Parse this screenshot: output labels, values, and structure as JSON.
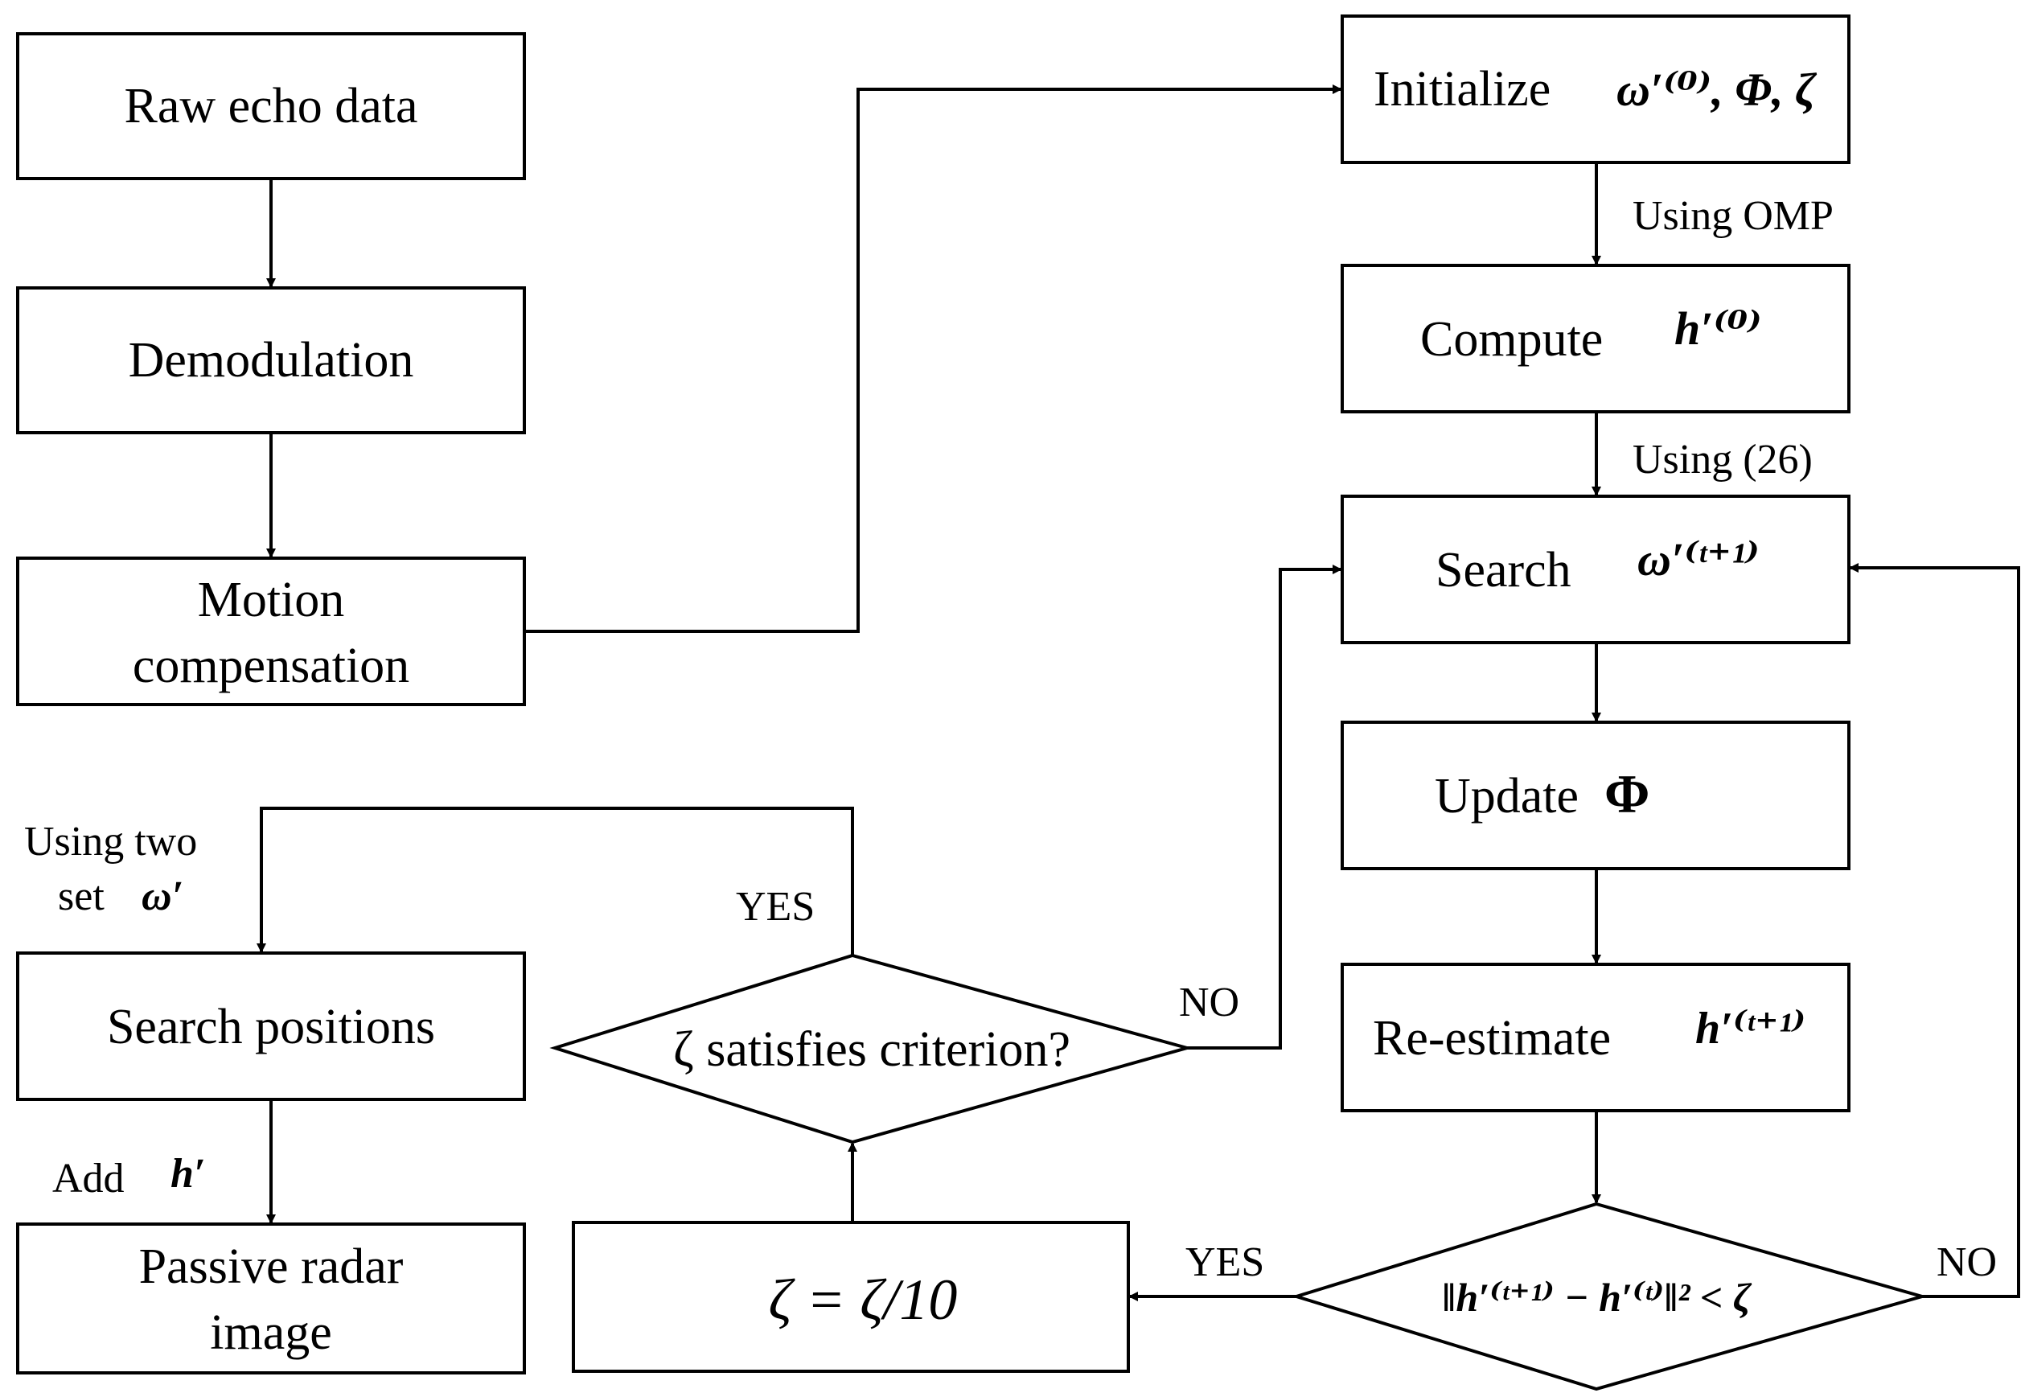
{
  "nodes": {
    "raw_echo": "Raw echo data",
    "demodulation": "Demodulation",
    "motion_1": "Motion",
    "motion_2": "compensation",
    "initialize": "Initialize",
    "initialize_math": "ω′⁽⁰⁾, Φ, ζ",
    "compute": "Compute",
    "compute_math": "h′⁽⁰⁾",
    "search": "Search",
    "search_math": "ω′⁽ᵗ⁺¹⁾",
    "update": "Update",
    "update_math": "Φ",
    "reestimate": "Re-estimate",
    "reestimate_math": "h′⁽ᵗ⁺¹⁾",
    "convergence_test": "‖h′⁽ᵗ⁺¹⁾ − h′⁽ᵗ⁾‖² < ζ",
    "zeta_update": "ζ = ζ/10",
    "criterion": "ζ satisfies criterion?",
    "search_positions": "Search positions",
    "passive_1": "Passive radar",
    "passive_2": "image"
  },
  "edges": {
    "using_omp": "Using OMP",
    "using_26": "Using (26)",
    "yes_left": "YES",
    "no_right": "NO",
    "yes_top": "YES",
    "no_mid": "NO",
    "using_two_1": "Using two",
    "using_two_2": "set",
    "using_two_math": "ω′",
    "add": "Add",
    "add_math": "h′"
  }
}
